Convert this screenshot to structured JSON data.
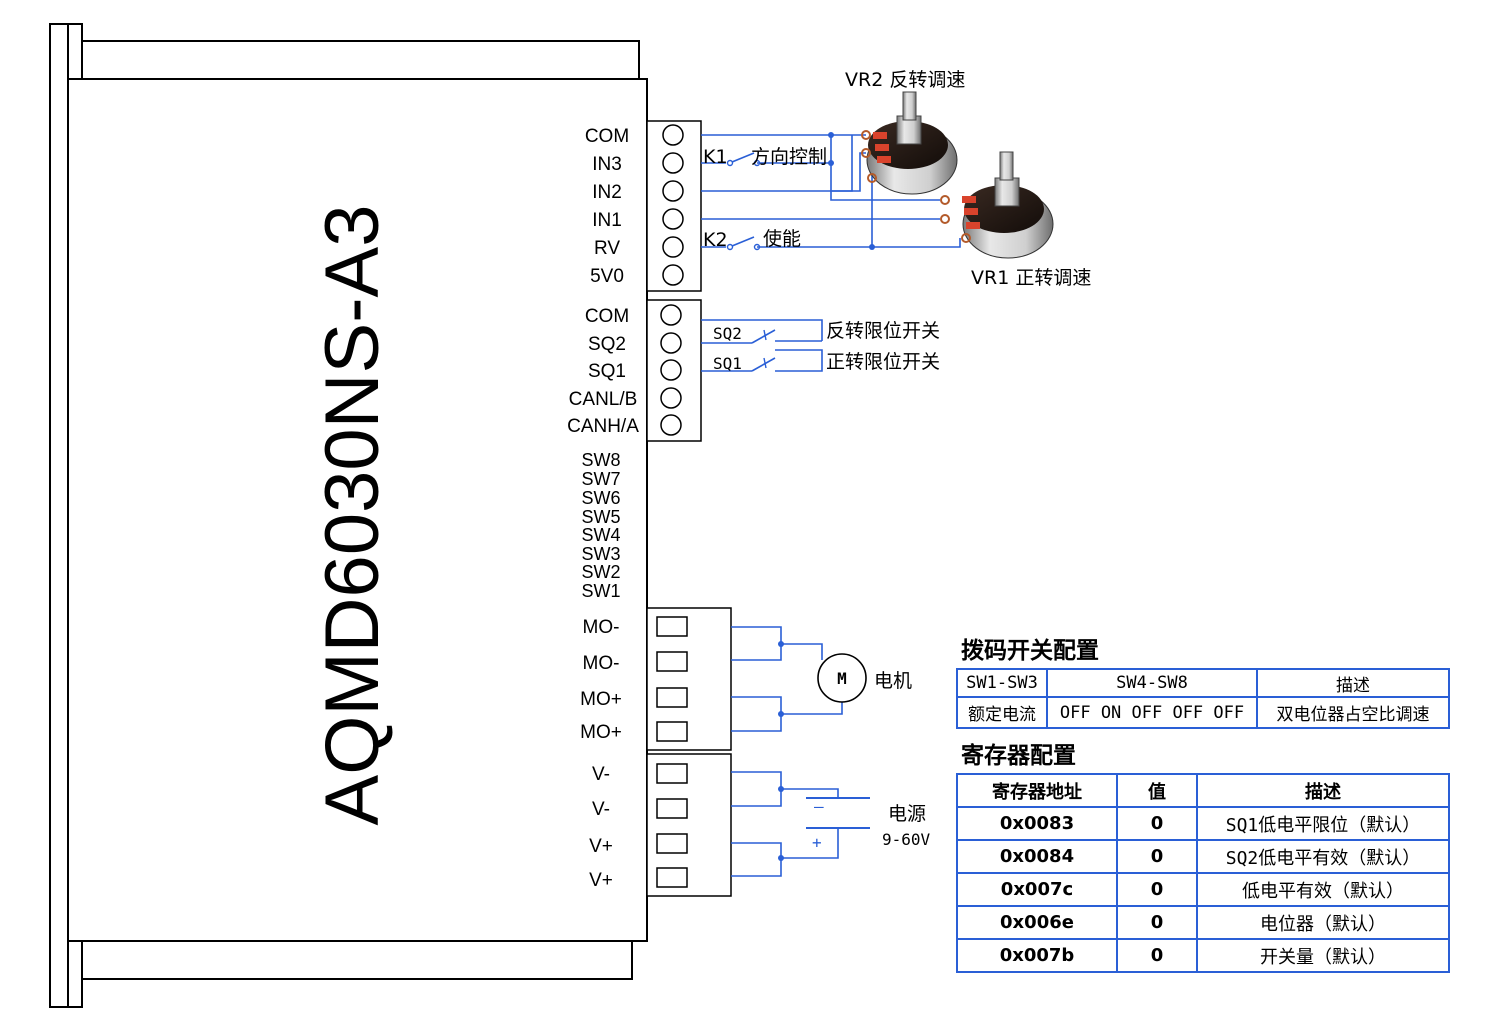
{
  "model": "AQMD6030NS-A3",
  "terminal_block_1": [
    "COM",
    "IN3",
    "IN2",
    "IN1",
    "RV",
    "5V0"
  ],
  "terminal_block_2": [
    "COM",
    "SQ2",
    "SQ1",
    "CANL/B",
    "CANH/A"
  ],
  "dip_switches": [
    "SW8",
    "SW7",
    "SW6",
    "SW5",
    "SW4",
    "SW3",
    "SW2",
    "SW1"
  ],
  "motor_terminals": [
    "MO-",
    "MO-",
    "MO+",
    "MO+"
  ],
  "power_terminals": [
    "V-",
    "V-",
    "V+",
    "V+"
  ],
  "switches": {
    "k1": {
      "id": "K1",
      "label": "方向控制"
    },
    "k2": {
      "id": "K2",
      "label": "使能"
    },
    "sq2": {
      "id": "SQ2",
      "label": "反转限位开关"
    },
    "sq1": {
      "id": "SQ1",
      "label": "正转限位开关"
    }
  },
  "potentiometers": {
    "vr2": "VR2 反转调速",
    "vr1": "VR1  正转调速"
  },
  "motor": {
    "symbol": "M",
    "label": "电机"
  },
  "power": {
    "label": "电源",
    "range": "9-60V",
    "minus": "—",
    "plus": "+"
  },
  "dip_config": {
    "title": "拨码开关配置",
    "headers": [
      "SW1-SW3",
      "SW4-SW8",
      "描述"
    ],
    "row": [
      "额定电流",
      "OFF ON OFF OFF OFF",
      "双电位器占空比调速"
    ]
  },
  "register_config": {
    "title": "寄存器配置",
    "headers": [
      "寄存器地址",
      "值",
      "描述"
    ],
    "rows": [
      [
        "0x0083",
        "0",
        "SQ1低电平限位（默认）"
      ],
      [
        "0x0084",
        "0",
        "SQ2低电平有效（默认）"
      ],
      [
        "0x007c",
        "0",
        "低电平有效（默认）"
      ],
      [
        "0x006e",
        "0",
        "电位器（默认）"
      ],
      [
        "0x007b",
        "0",
        "开关量（默认）"
      ]
    ]
  },
  "colors": {
    "wire": "#2a5fd6",
    "outline": "#000000",
    "housing": "#ffffff"
  }
}
